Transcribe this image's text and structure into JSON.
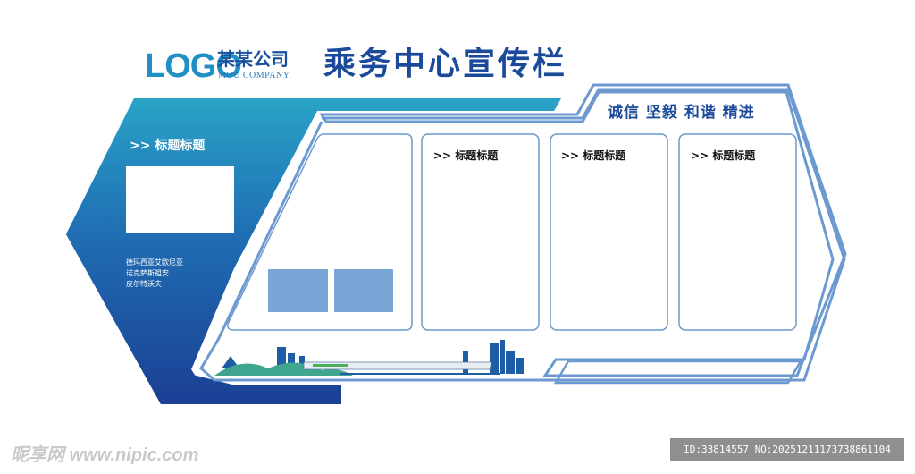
{
  "header": {
    "logo_text": "LOGO",
    "company_name": "某某公司",
    "company_name_en": "MOU COMPANY",
    "title": "乘务中心宣传栏",
    "slogan": "诚信 坚毅 和谐 精进"
  },
  "left_panel": {
    "heading": ">> 标题标题",
    "text_lines": [
      "德玛西亚艾欧尼亚",
      "诺克萨斯祖安",
      "皮尔特沃夫"
    ]
  },
  "panels": [
    {
      "heading": ">> 标题标题"
    },
    {
      "heading": ">> 标题标题"
    },
    {
      "heading": ">> 标题标题"
    }
  ],
  "watermark": {
    "left": "昵享网 www.nipic.com",
    "right": "ID:33814557 NO:20251211173738861104"
  },
  "colors": {
    "brand_blue": "#1c4a9a",
    "gradient_top": "#2aa3c7",
    "gradient_bottom": "#1b3f94",
    "outline_blue": "#7ba3d3",
    "photo_blue": "#79a6d6"
  }
}
